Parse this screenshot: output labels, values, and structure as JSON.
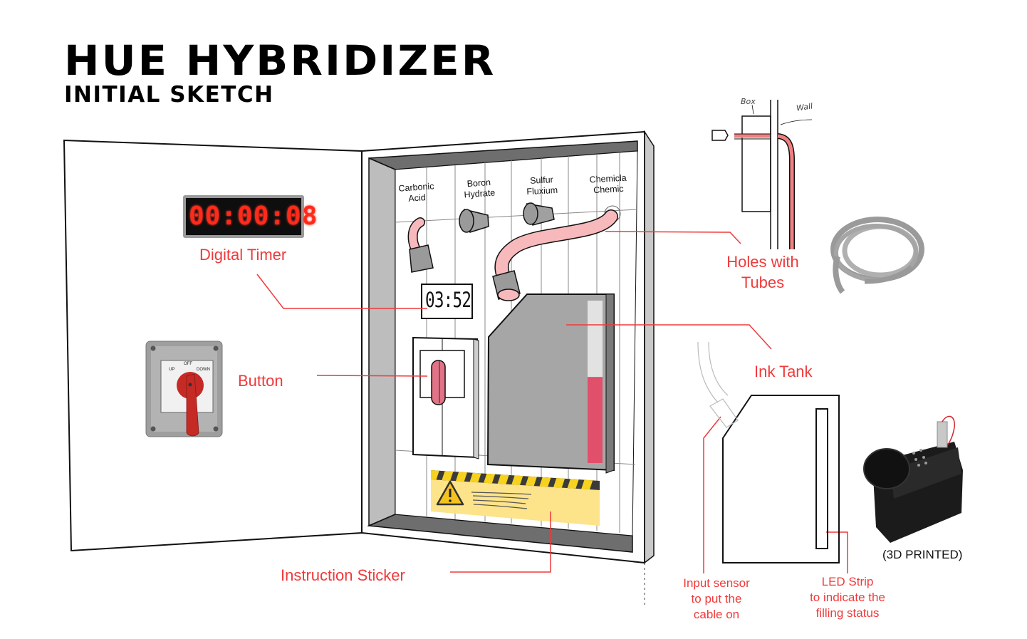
{
  "header": {
    "title": "HUE HYBRIDIZER",
    "subtitle": "INITIAL SKETCH"
  },
  "cabinet": {
    "door": {
      "digital_timer_display": "00:00:08",
      "switch_positions": [
        "UP",
        "OFF",
        "DOWN"
      ]
    },
    "chemical_slots": [
      {
        "label_line1": "Carbonic",
        "label_line2": "Acid"
      },
      {
        "label_line1": "Boron",
        "label_line2": "Hydrate"
      },
      {
        "label_line1": "Sulfur",
        "label_line2": "Fluxium"
      },
      {
        "label_line1": "Chemicla",
        "label_line2": "Chemic"
      }
    ],
    "inner_timer_display": "03:52",
    "ink_tank_fill_fraction": 0.53
  },
  "annotations": {
    "digital_timer": "Digital Timer",
    "button": "Button",
    "holes_with_tubes_line1": "Holes with",
    "holes_with_tubes_line2": "Tubes",
    "ink_tank": "Ink Tank",
    "instruction_sticker": "Instruction Sticker",
    "input_sensor_line1": "Input sensor",
    "input_sensor_line2": "to put the",
    "input_sensor_line3": "cable on",
    "led_strip_line1": "LED Strip",
    "led_strip_line2": "to indicate the",
    "led_strip_line3": "filling status",
    "printed_note": "(3D PRINTED)"
  },
  "wall_sketch": {
    "box_label": "Box",
    "wall_label": "Wall"
  },
  "colors": {
    "annotation_red": "#f0393a",
    "tube_pink": "#f7b9bb",
    "ink_fill": "#e0506a",
    "tank_gray": "#a6a6a6",
    "sticker_yellow": "#fde38a"
  }
}
